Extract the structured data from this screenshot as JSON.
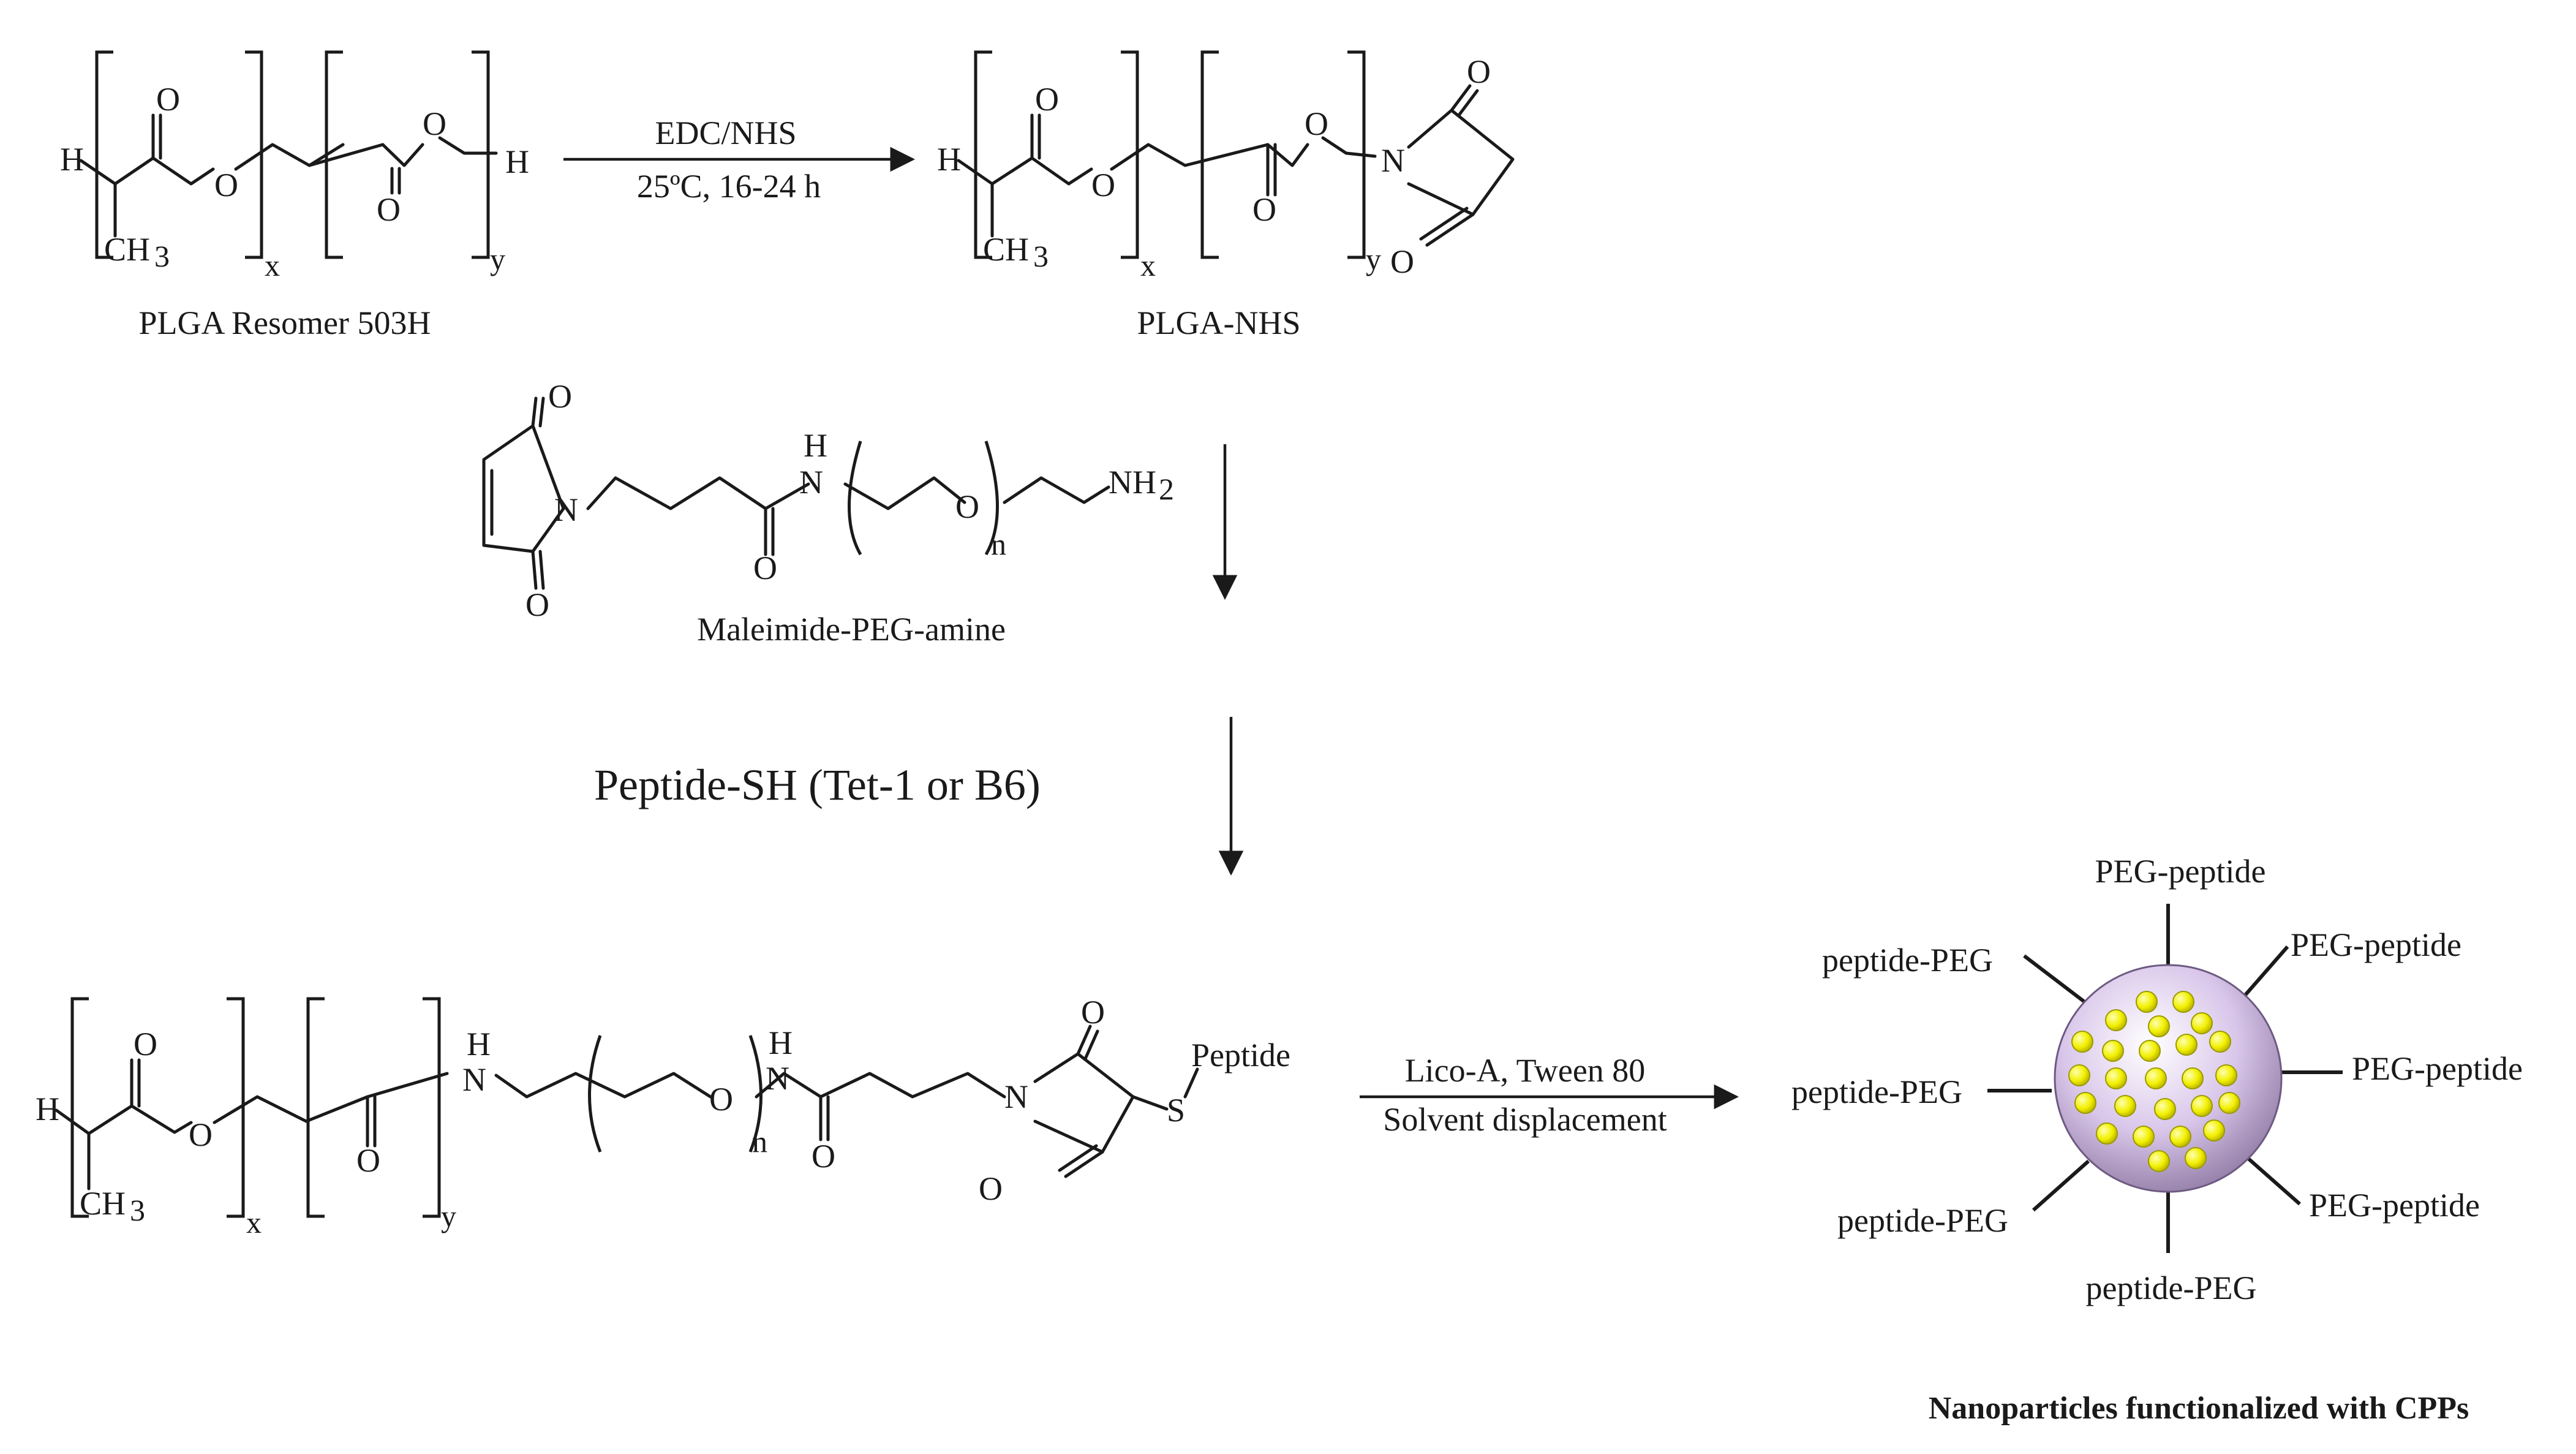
{
  "compounds": {
    "plga": {
      "name": "PLGA Resomer 503H"
    },
    "plga_nhs": {
      "name": "PLGA-NHS"
    },
    "mal_peg_amine": {
      "name": "Maleimide-PEG-amine"
    }
  },
  "steps": {
    "step1": {
      "reagent": "EDC/NHS",
      "conditions": "25ºC, 16-24 h"
    },
    "step3": {
      "reagent": "Peptide-SH (Tet-1 or B6)"
    },
    "step4": {
      "reagent": "Lico-A, Tween 80",
      "conditions": "Solvent displacement"
    }
  },
  "atoms": {
    "H": "H",
    "O": "O",
    "N": "N",
    "S": "S",
    "NH": "H",
    "NH2": "NH",
    "NH2_sub": "2",
    "CH3": "CH",
    "CH3_sub": "3",
    "x": "x",
    "y": "y",
    "n": "n",
    "peptide": "Peptide"
  },
  "nanoparticle": {
    "title": "Nanoparticles functionalized with CPPs",
    "labels": {
      "top": "PEG-peptide",
      "upper_right": "PEG-peptide",
      "right": "PEG-peptide",
      "lower_right": "PEG-peptide",
      "bottom": "peptide-PEG",
      "lower_left": "peptide-PEG",
      "left": "peptide-PEG",
      "upper_left": "peptide-PEG"
    },
    "colors": {
      "core_fill": "#d9c6ea",
      "dot_fill": "#f2f000",
      "dot_stroke": "#9a9a00"
    }
  }
}
